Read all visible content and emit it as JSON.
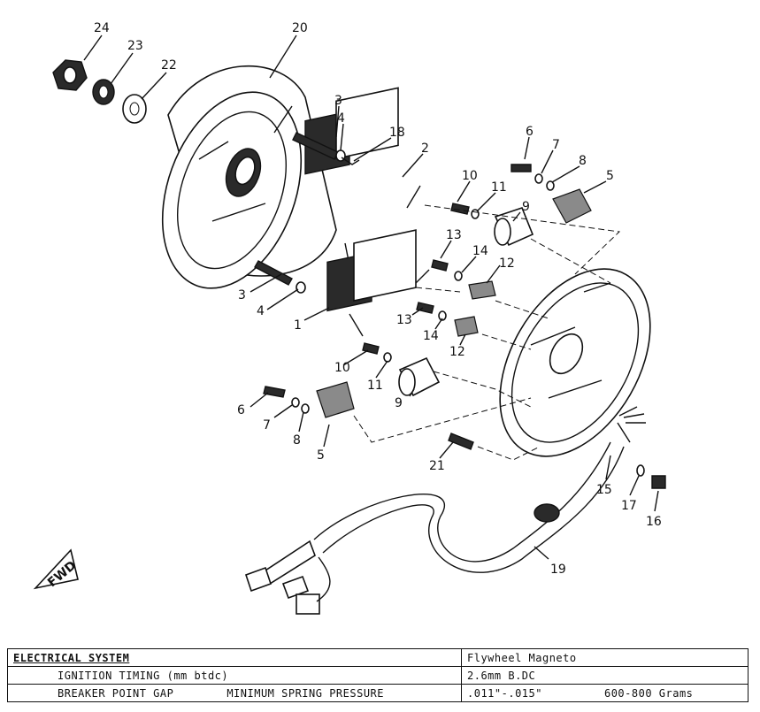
{
  "diagram": {
    "callouts": [
      "24",
      "23",
      "22",
      "20",
      "3",
      "4",
      "18",
      "2",
      "6",
      "7",
      "8",
      "5",
      "10",
      "11",
      "9",
      "13",
      "14",
      "12",
      "3",
      "4",
      "1",
      "13",
      "14",
      "12",
      "10",
      "11",
      "9",
      "6",
      "7",
      "8",
      "5",
      "21",
      "15",
      "17",
      "16",
      "19"
    ],
    "fwd_mark": "FWD"
  },
  "specs": {
    "row1": {
      "label": "ELECTRICAL SYSTEM",
      "value": "Flywheel Magneto"
    },
    "row2": {
      "label": "IGNITION TIMING (mm btdc)",
      "value": "2.6mm B.DC"
    },
    "row3": {
      "label": "BREAKER POINT GAP",
      "label2": "MINIMUM SPRING PRESSURE",
      "value": ".011\"-.015\"",
      "value2": "600-800 Grams"
    }
  }
}
